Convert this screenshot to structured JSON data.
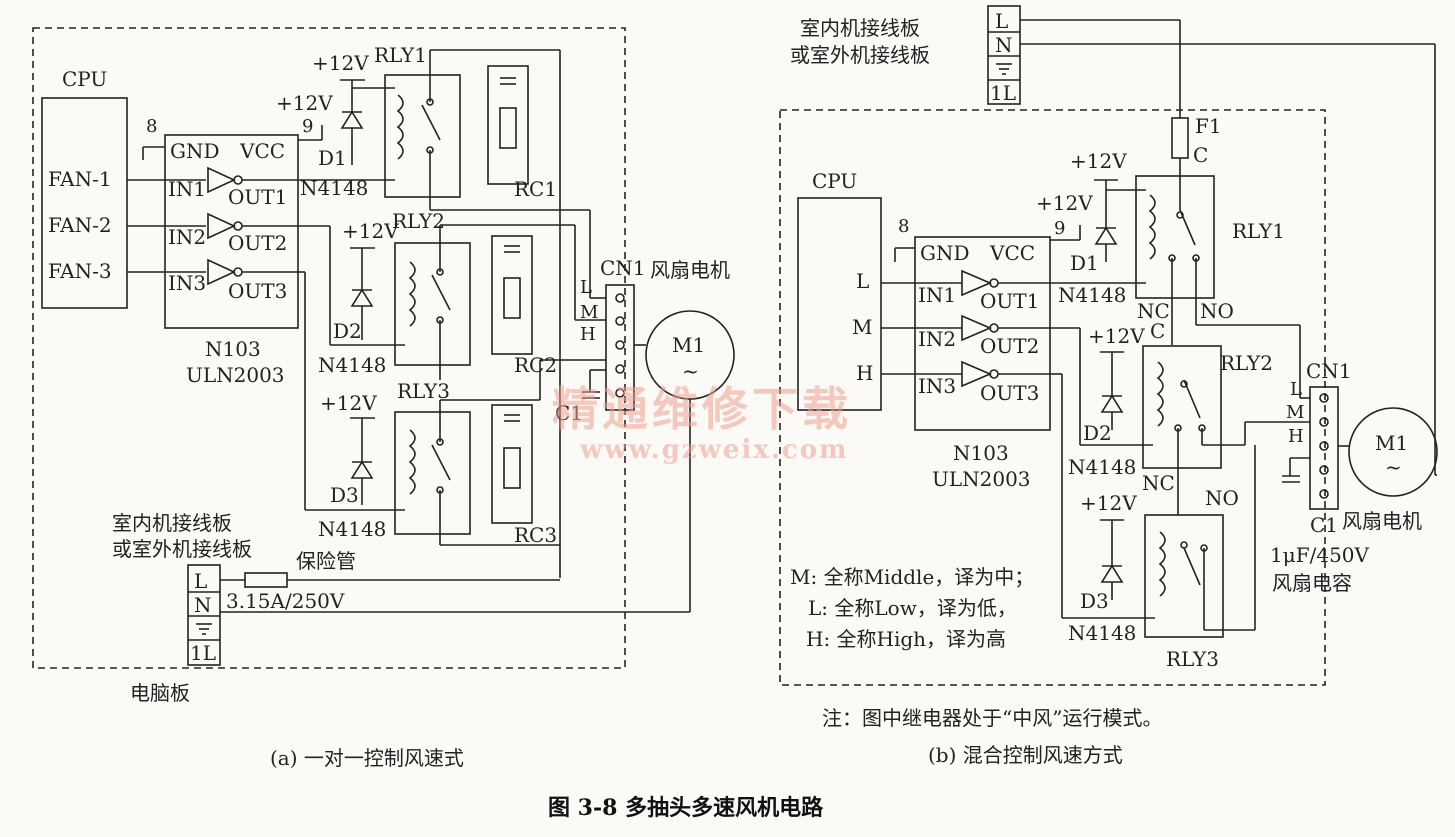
{
  "figure_title": "图 3-8    多抽头多速风机电路",
  "left": {
    "caption": "(a) 一对一控制风速式",
    "board_label": "电脑板",
    "cpu": "CPU",
    "cpu_pins": [
      "FAN-1",
      "FAN-2",
      "FAN-3"
    ],
    "pin8": "8",
    "pin9": "9",
    "ic_gnd": "GND",
    "ic_vcc": "VCC",
    "ic_inputs": [
      "IN1",
      "IN2",
      "IN3"
    ],
    "ic_outputs": [
      "OUT1",
      "OUT2",
      "OUT3"
    ],
    "ic_name1": "N103",
    "ic_name2": "ULN2003",
    "v12": "+12V",
    "relays": [
      "RLY1",
      "RLY2",
      "RLY3"
    ],
    "diodes": [
      "D1",
      "D2",
      "D3"
    ],
    "diode_type": "N4148",
    "rc": [
      "RC1",
      "RC2",
      "RC3"
    ],
    "connector": "CN1",
    "motor_label": "风扇电机",
    "motor": "M1",
    "motor_symbol": "~",
    "cn_pins": [
      "L",
      "M",
      "H"
    ],
    "cap": "C1",
    "terminal_title1": "室内机接线板",
    "terminal_title2": "或室外机接线板",
    "terminal_pins": [
      "L",
      "N",
      "1L"
    ],
    "fuse_label": "保险管",
    "fuse_value": "3.15A/250V"
  },
  "right": {
    "caption": "(b) 混合控制风速方式",
    "cpu": "CPU",
    "cpu_pins": [
      "L",
      "M",
      "H"
    ],
    "pin8": "8",
    "pin9": "9",
    "ic_gnd": "GND",
    "ic_vcc": "VCC",
    "ic_inputs": [
      "IN1",
      "IN2",
      "IN3"
    ],
    "ic_outputs": [
      "OUT1",
      "OUT2",
      "OUT3"
    ],
    "ic_name1": "N103",
    "ic_name2": "ULN2003",
    "v12": "+12V",
    "relays": [
      "RLY1",
      "RLY2",
      "RLY3"
    ],
    "diodes": [
      "D1",
      "D2",
      "D3"
    ],
    "diode_type": "N4148",
    "nc": "NC",
    "no": "NO",
    "c": "C",
    "fuse": "F1",
    "connector": "CN1",
    "cn_pins": [
      "L",
      "M",
      "H"
    ],
    "motor": "M1",
    "motor_symbol": "~",
    "motor_label": "风扇电机",
    "cap": "C1",
    "cap_value": "1μF/450V",
    "cap_label": "风扇电容",
    "terminal_title1": "室内机接线板",
    "terminal_title2": "或室外机接线板",
    "terminal_pins": [
      "L",
      "N",
      "1L"
    ],
    "notes": [
      "M: 全称Middle，译为中；",
      "L: 全称Low，译为低，",
      "H: 全称High，译为高"
    ],
    "note_bottom": "注：图中继电器处于“中风”运行模式。"
  },
  "watermark": "精通维修下载",
  "watermark_url": "www.gzweix.com"
}
